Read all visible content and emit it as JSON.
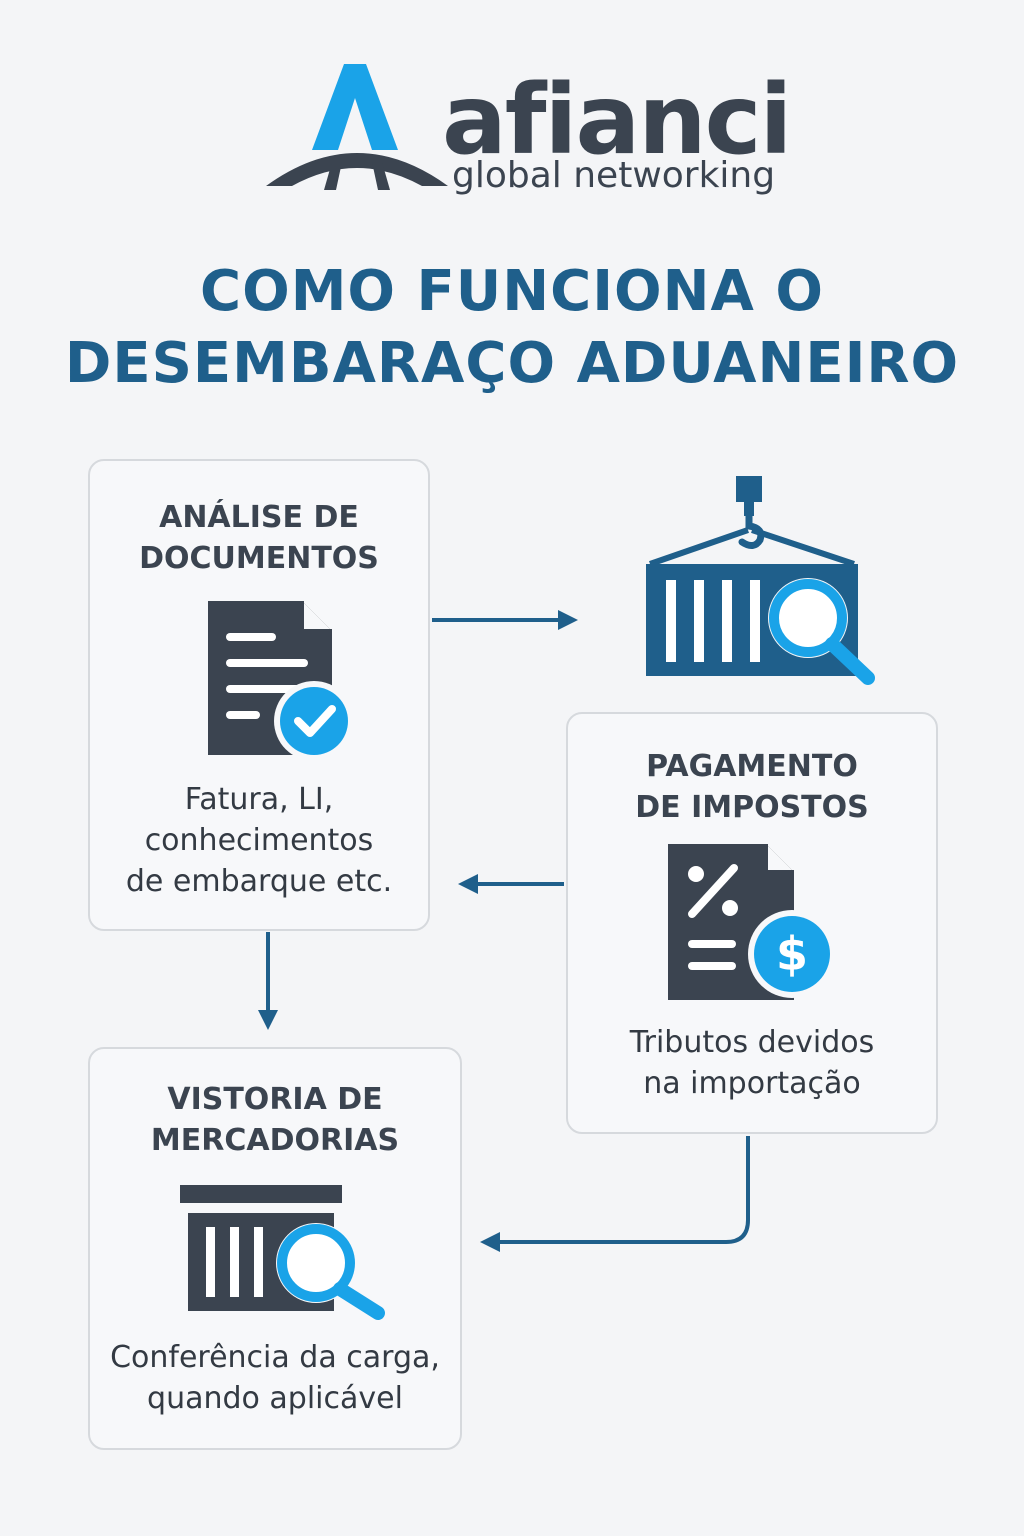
{
  "brand": {
    "name": "afianci",
    "tagline": "global networking"
  },
  "title": {
    "line1": "COMO FUNCIONA O",
    "line2": "DESEMBARAÇO ADUANEIRO"
  },
  "steps": [
    {
      "title_lines": [
        "ANÁLISE DE",
        "DOCUMENTOS"
      ],
      "description_lines": [
        "Fatura, LI,",
        "conhecimentos",
        "de embarque etc."
      ],
      "icon": "document-check-icon"
    },
    {
      "title_lines": [
        "PAGAMENTO",
        "DE IMPOSTOS"
      ],
      "description_lines": [
        "Tributos devidos",
        "na importação"
      ],
      "icon": "tax-document-dollar-icon"
    },
    {
      "title_lines": [
        "VISTORIA DE",
        "MERCADORIAS"
      ],
      "description_lines": [
        "Conferência da carga,",
        "quando aplicável"
      ],
      "icon": "container-inspection-icon"
    }
  ],
  "icons": {
    "crane": "crane-container-search-icon"
  },
  "colors": {
    "title": "#1f5f8b",
    "dark": "#3b4450",
    "accent": "#1aa3e8",
    "navy": "#1f5f8b",
    "arrow": "#1f5f8b"
  }
}
